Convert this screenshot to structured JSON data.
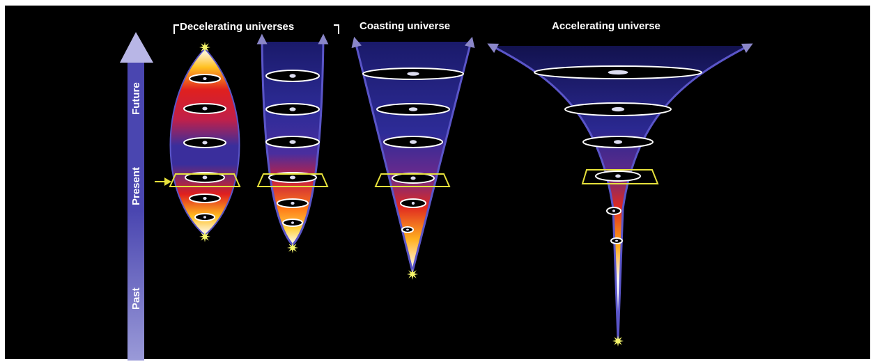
{
  "titles": {
    "decelerating": "Decelerating universes",
    "coasting": "Coasting universe",
    "accelerating": "Accelerating universe"
  },
  "timeline": {
    "future": "Future",
    "present": "Present",
    "past": "Past"
  },
  "colors": {
    "background": "#000000",
    "outline": "#5a55c8",
    "arrow": "#8a86c8",
    "present_marker": "#e6e13c",
    "star": "#f4f46a"
  }
}
